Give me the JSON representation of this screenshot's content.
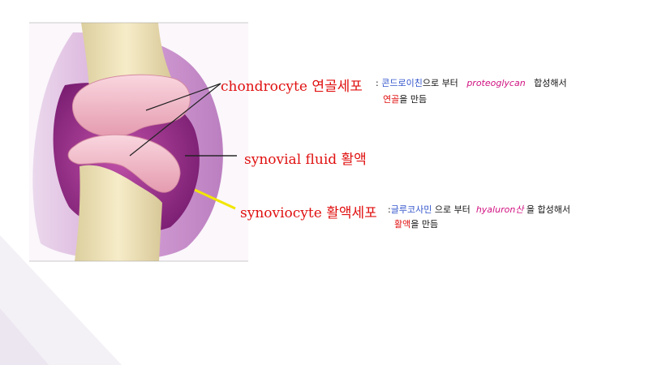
{
  "labels": {
    "chondrocyte": {
      "name": "chondrocyte 연골세포"
    },
    "synovial_fluid": {
      "name": "synovial fluid 활액"
    },
    "synoviocyte": {
      "name": "synoviocyte 활액세포"
    }
  },
  "notes": {
    "chondro": {
      "colon": ":",
      "source": "콘드로이친",
      "mid": "으로 부터",
      "product": "proteoglycan",
      "tail": "합성해서",
      "line2_red": "연골",
      "line2_tail": "을 만듬"
    },
    "synovio": {
      "colon": ":",
      "source": "글루코사민",
      "mid": "으로 부터",
      "product": "hyaluron산",
      "tail": "을 합성해서",
      "line2_red": "활액",
      "line2_tail": "을 만듬"
    }
  },
  "colors": {
    "label_red": "#e01010",
    "note_blue": "#3355cc",
    "note_magenta": "#d01080",
    "pointer_yellow": "#f2e600",
    "bone": "#efe2b8",
    "cartilage": "#f3bccb",
    "capsule": "#c98acb",
    "fluid": "#9a2a86"
  }
}
